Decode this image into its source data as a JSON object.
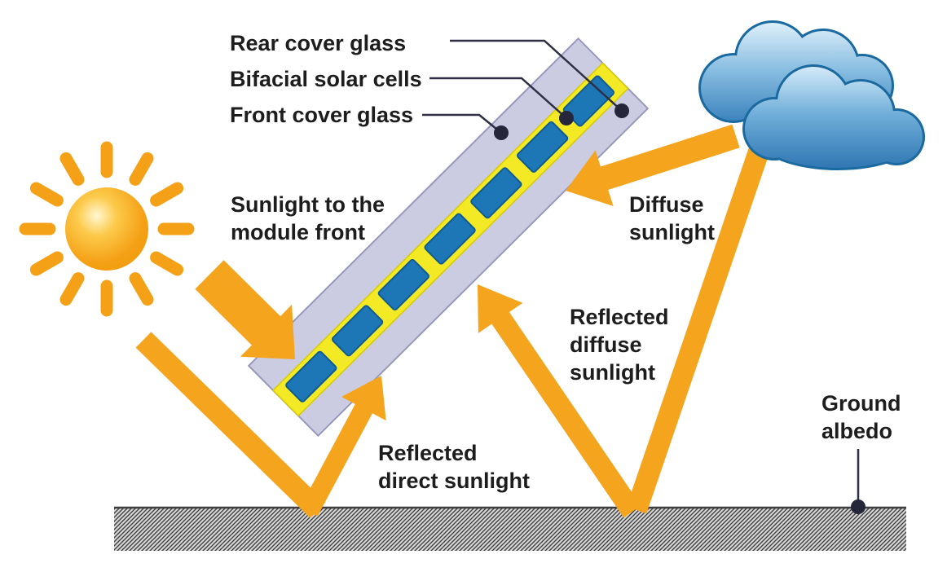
{
  "diagram": {
    "subject": "Bifacial solar module irradiance diagram",
    "labels": {
      "rear_cover_glass": "Rear cover glass",
      "bifacial_solar_cells": "Bifacial solar cells",
      "front_cover_glass": "Front cover glass",
      "sunlight_to_front": "Sunlight to the\nmodule front",
      "diffuse_sunlight": "Diffuse\nsunlight",
      "reflected_diffuse_sunlight": "Reflected\ndiffuse\nsunlight",
      "reflected_direct_sunlight": "Reflected\ndirect sunlight",
      "ground_albedo": "Ground\nalbedo"
    },
    "icons": {
      "sun": "sun-icon",
      "clouds": "cloud-icon",
      "module": "bifacial-module",
      "ground": "ground-hatch"
    },
    "colors": {
      "arrow_orange": "#F5A41E",
      "sun_orange": "#F5A117",
      "glass_lavender": "#CBCBE2",
      "glass_border": "#9898BC",
      "encapsulant_yellow": "#F3EA25",
      "cell_blue": "#1D76B5",
      "cloud_dark_blue": "#2C77B5",
      "cloud_light_blue": "#DDEFFA",
      "ground_gray": "#D8D8D8",
      "text": "#1D1D1D"
    },
    "solar_cell_count": 7
  }
}
